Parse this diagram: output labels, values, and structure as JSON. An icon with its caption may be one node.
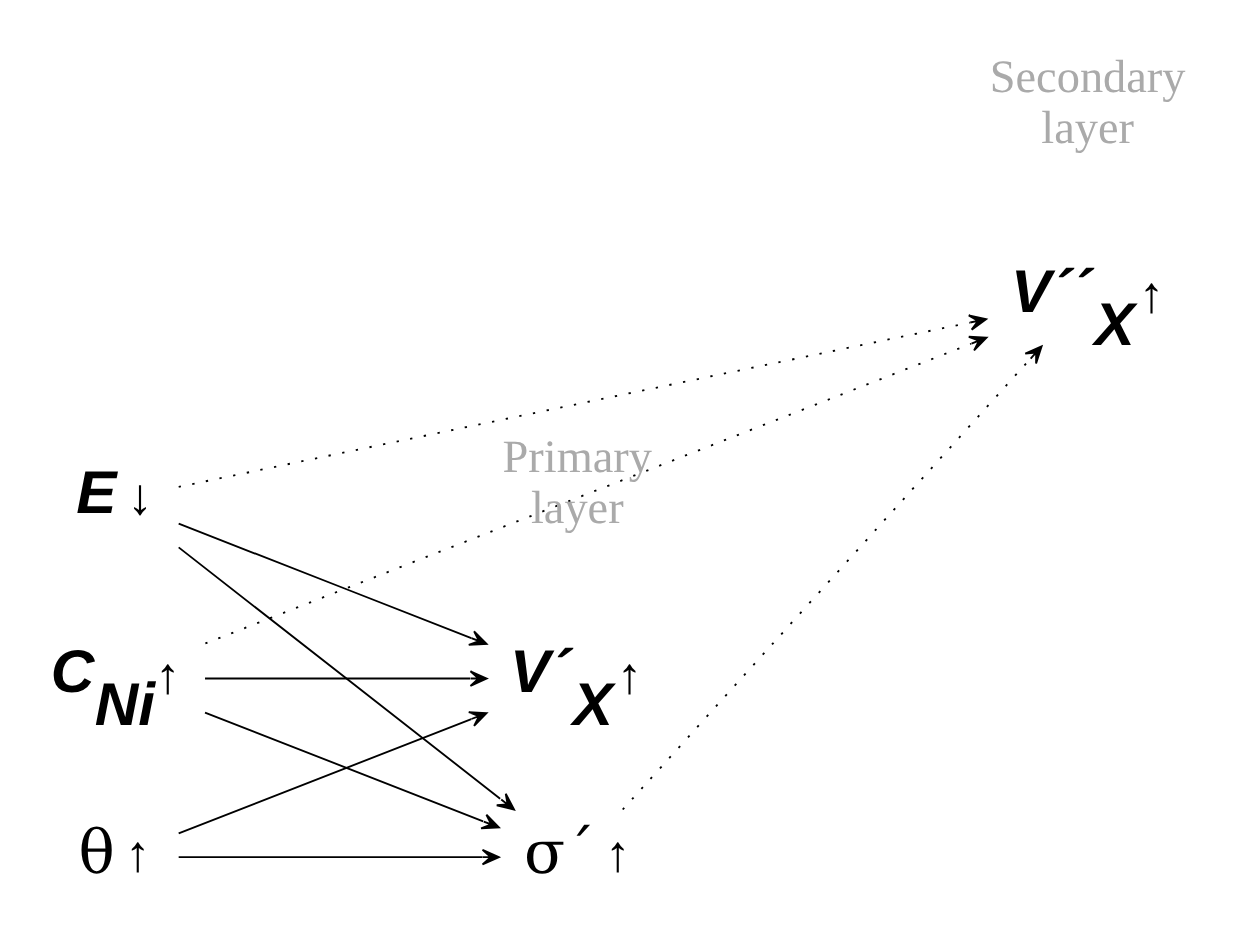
{
  "diagram": {
    "nodes": [
      {
        "text": [
          "E"
        ],
        "beside": [
          "↓"
        ]
      },
      {
        "text": [
          "C$_{Ni}$"
        ],
        "beside": [
          "↑"
        ]
      },
      {
        "text": [
          "θ"
        ],
        "beside": [
          "↑"
        ]
      },
      {
        "text": [
          "V´$_{X}$"
        ],
        "beside": [
          "↑"
        ]
      },
      {
        "text": [
          "σ´"
        ],
        "beside": [
          "↑"
        ]
      },
      {
        "text": [
          "V´´$_{X}$"
        ],
        "beside": [
          "↑"
        ]
      }
    ],
    "edges": [
      {
        "from": 0,
        "to": 3,
        "arrow": "to"
      },
      {
        "from": 0,
        "to": 4,
        "arrow": "to"
      },
      {
        "from": 0,
        "to": 5,
        "arrow": "to",
        "style": "dashed"
      },
      {
        "from": 1,
        "to": 3,
        "arrow": "to"
      },
      {
        "from": 1,
        "to": 4,
        "arrow": "to"
      },
      {
        "from": 1,
        "to": 5,
        "arrow": "to",
        "style": "dashed"
      },
      {
        "from": 2,
        "to": 3,
        "arrow": "to"
      },
      {
        "from": 2,
        "to": 4,
        "arrow": "to"
      },
      {
        "from": 4,
        "to": 5,
        "arrow": "to",
        "style": "dashed"
      }
    ],
    "labels": [
      "Primary layer",
      "Secondary layer"
    ]
  }
}
